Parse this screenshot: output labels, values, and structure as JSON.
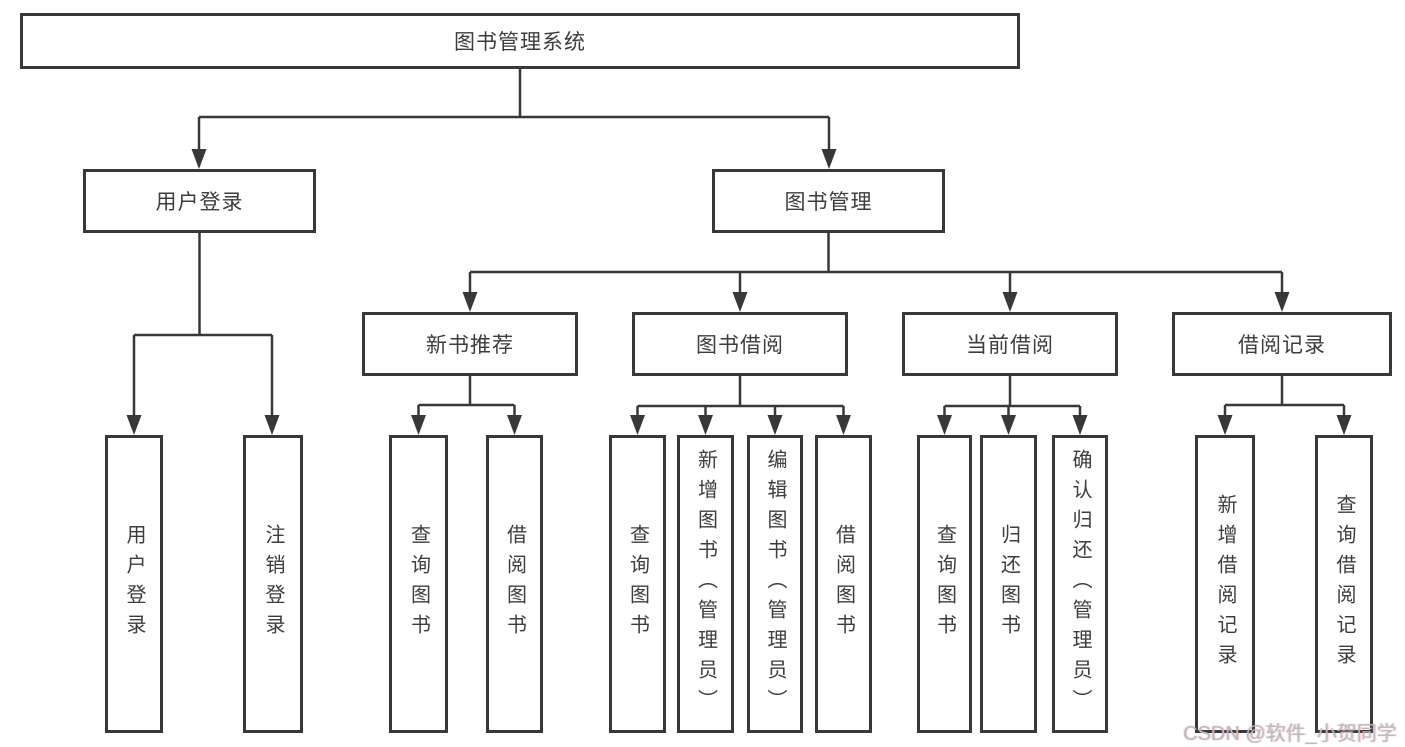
{
  "diagram": {
    "title": "图书管理系统",
    "root": {
      "label": "图书管理系统"
    },
    "level2": [
      {
        "label": "用户登录"
      },
      {
        "label": "图书管理"
      }
    ],
    "level3": [
      {
        "label": "新书推荐"
      },
      {
        "label": "图书借阅"
      },
      {
        "label": "当前借阅"
      },
      {
        "label": "借阅记录"
      }
    ],
    "leaves": [
      {
        "label": "用户登录"
      },
      {
        "label": "注销登录"
      },
      {
        "label": "查询图书"
      },
      {
        "label": "借阅图书"
      },
      {
        "label": "查询图书"
      },
      {
        "label": "新增图书（管理员）"
      },
      {
        "label": "编辑图书（管理员）"
      },
      {
        "label": "借阅图书"
      },
      {
        "label": "查询图书"
      },
      {
        "label": "归还图书"
      },
      {
        "label": "确认归还（管理员）"
      },
      {
        "label": "新增借阅记录"
      },
      {
        "label": "查询借阅记录"
      }
    ],
    "watermark": "CSDN @软件_小贺同学",
    "colors": {
      "line": "#383838",
      "text": "#3d3d3d",
      "watermark": "#bcbcbc",
      "background": "#ffffff"
    }
  }
}
